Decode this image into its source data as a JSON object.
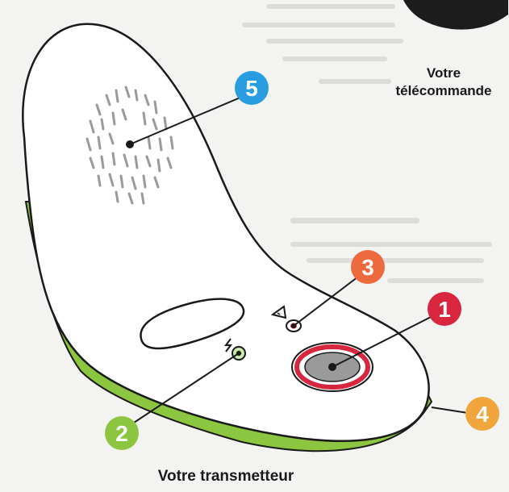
{
  "captions": {
    "remote_line1": "Votre",
    "remote_line2": "télécommande",
    "transmitter": "Votre transmetteur"
  },
  "callouts": [
    {
      "number": "1",
      "color": "#d8263f"
    },
    {
      "number": "2",
      "color": "#8cc540"
    },
    {
      "number": "3",
      "color": "#ec6a3d"
    },
    {
      "number": "4",
      "color": "#f0a63c"
    },
    {
      "number": "5",
      "color": "#2a9de0"
    }
  ],
  "colors": {
    "base_green": "#8cc540",
    "body_white": "#ffffff",
    "outline": "#1a1a1a",
    "remote_dark": "#1c1c1c",
    "center_button_red": "#d8263f",
    "center_button_grey": "#9a9a9a"
  }
}
